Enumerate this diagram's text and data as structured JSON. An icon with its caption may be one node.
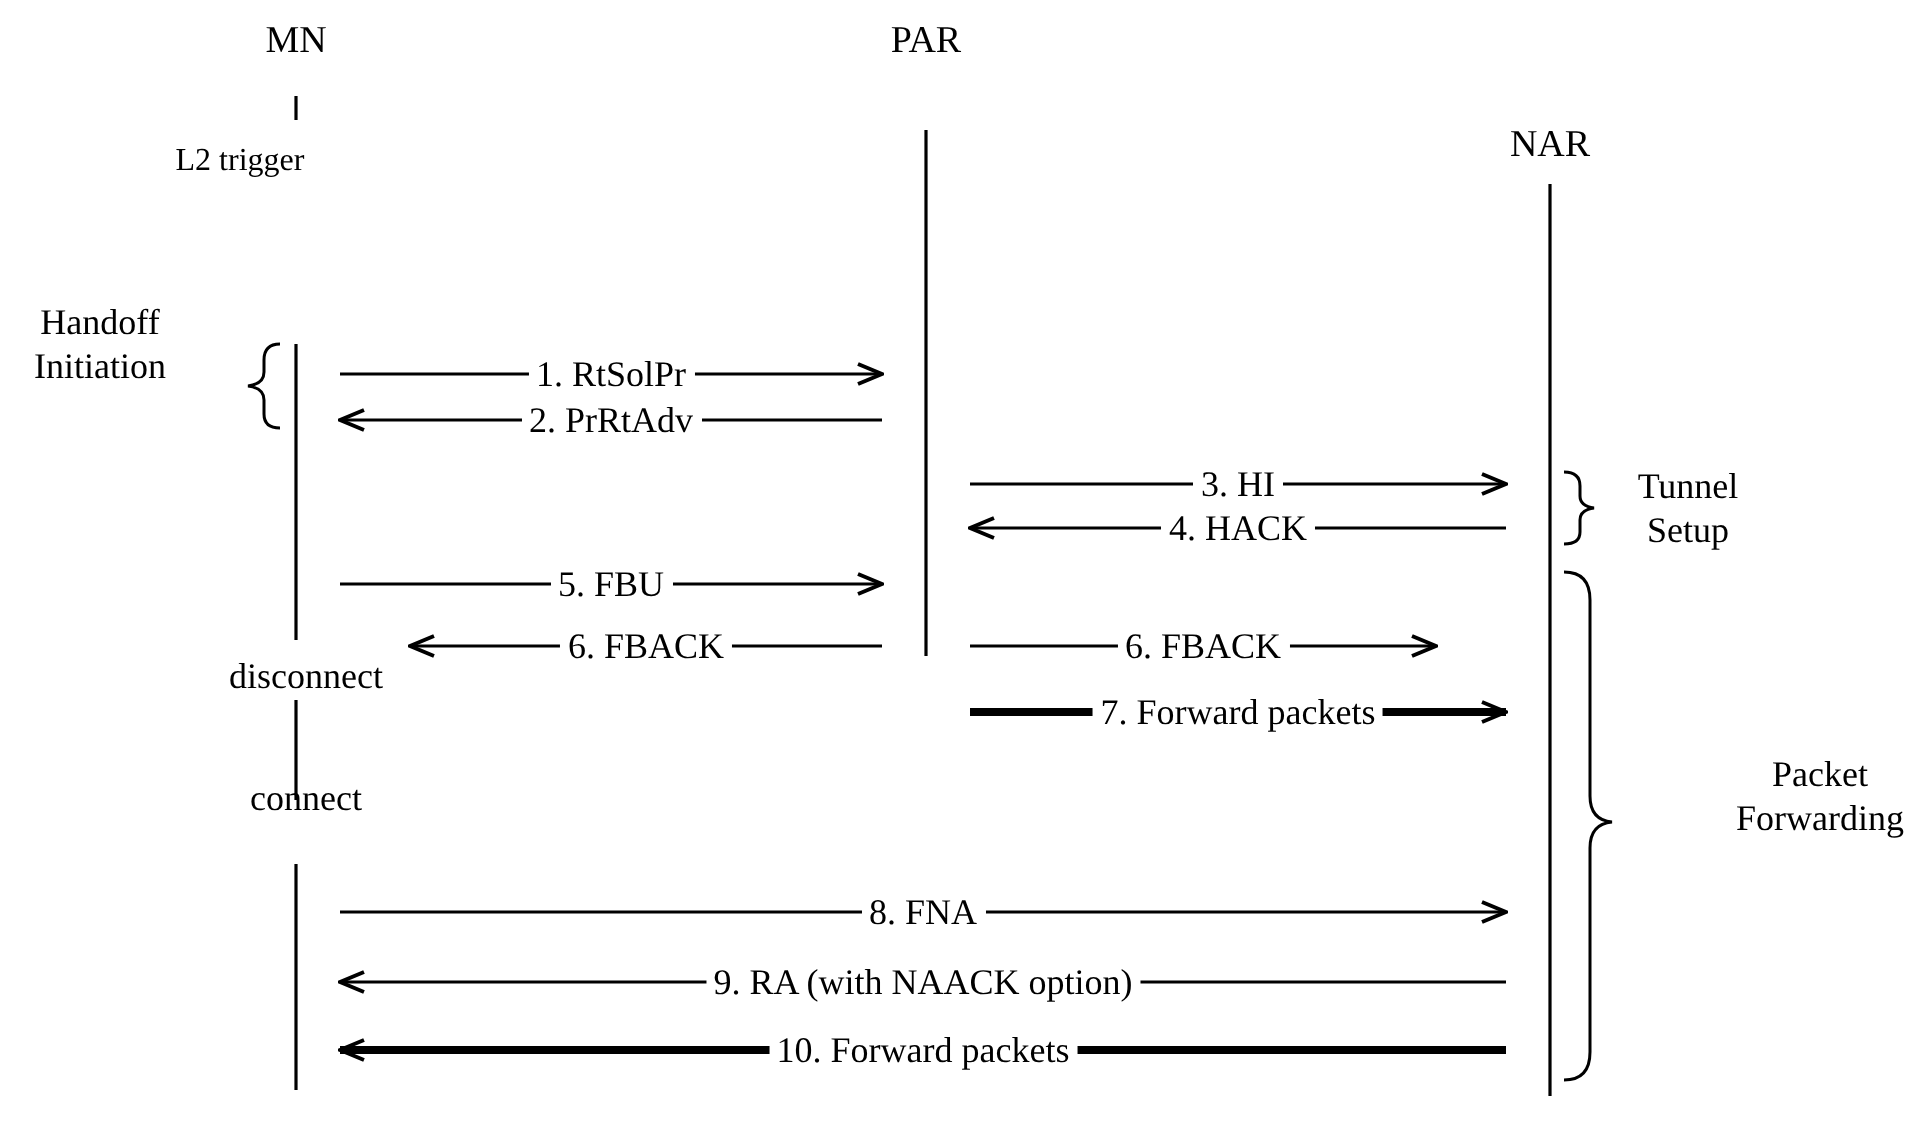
{
  "diagram": {
    "nodes": [
      {
        "text": [
          "MN"
        ]
      },
      {
        "text": [
          "PAR"
        ]
      },
      {
        "text": [
          "NAR"
        ]
      }
    ],
    "edges": [
      {
        "from": 0,
        "to": 1,
        "arrow": "to",
        "label": "1. RtSolPr"
      },
      {
        "from": 1,
        "to": 0,
        "arrow": "to",
        "label": "2. PrRtAdv"
      },
      {
        "from": 1,
        "to": 2,
        "arrow": "to",
        "label": "3. HI"
      },
      {
        "from": 2,
        "to": 1,
        "arrow": "to",
        "label": "4. HACK"
      },
      {
        "from": 0,
        "to": 1,
        "arrow": "to",
        "label": "5. FBU"
      },
      {
        "from": 1,
        "to": 0,
        "arrow": "to",
        "label": "6. FBACK"
      },
      {
        "from": 1,
        "to": 2,
        "arrow": "to",
        "label": "6. FBACK"
      },
      {
        "from": 1,
        "to": 2,
        "arrow": "to",
        "label": "7. Forward packets",
        "style": "thick"
      },
      {
        "from": 0,
        "to": 2,
        "arrow": "to",
        "label": "8. FNA"
      },
      {
        "from": 2,
        "to": 0,
        "arrow": "to",
        "label": "9. RA (with NAACK option)"
      },
      {
        "from": 2,
        "to": 0,
        "arrow": "to",
        "label": "10. Forward packets",
        "style": "thick"
      }
    ],
    "labels": [
      "L2 trigger",
      "Handoff Initiation",
      "Tunnel Setup",
      "disconnect",
      "connect",
      "Packet Forwarding"
    ]
  }
}
